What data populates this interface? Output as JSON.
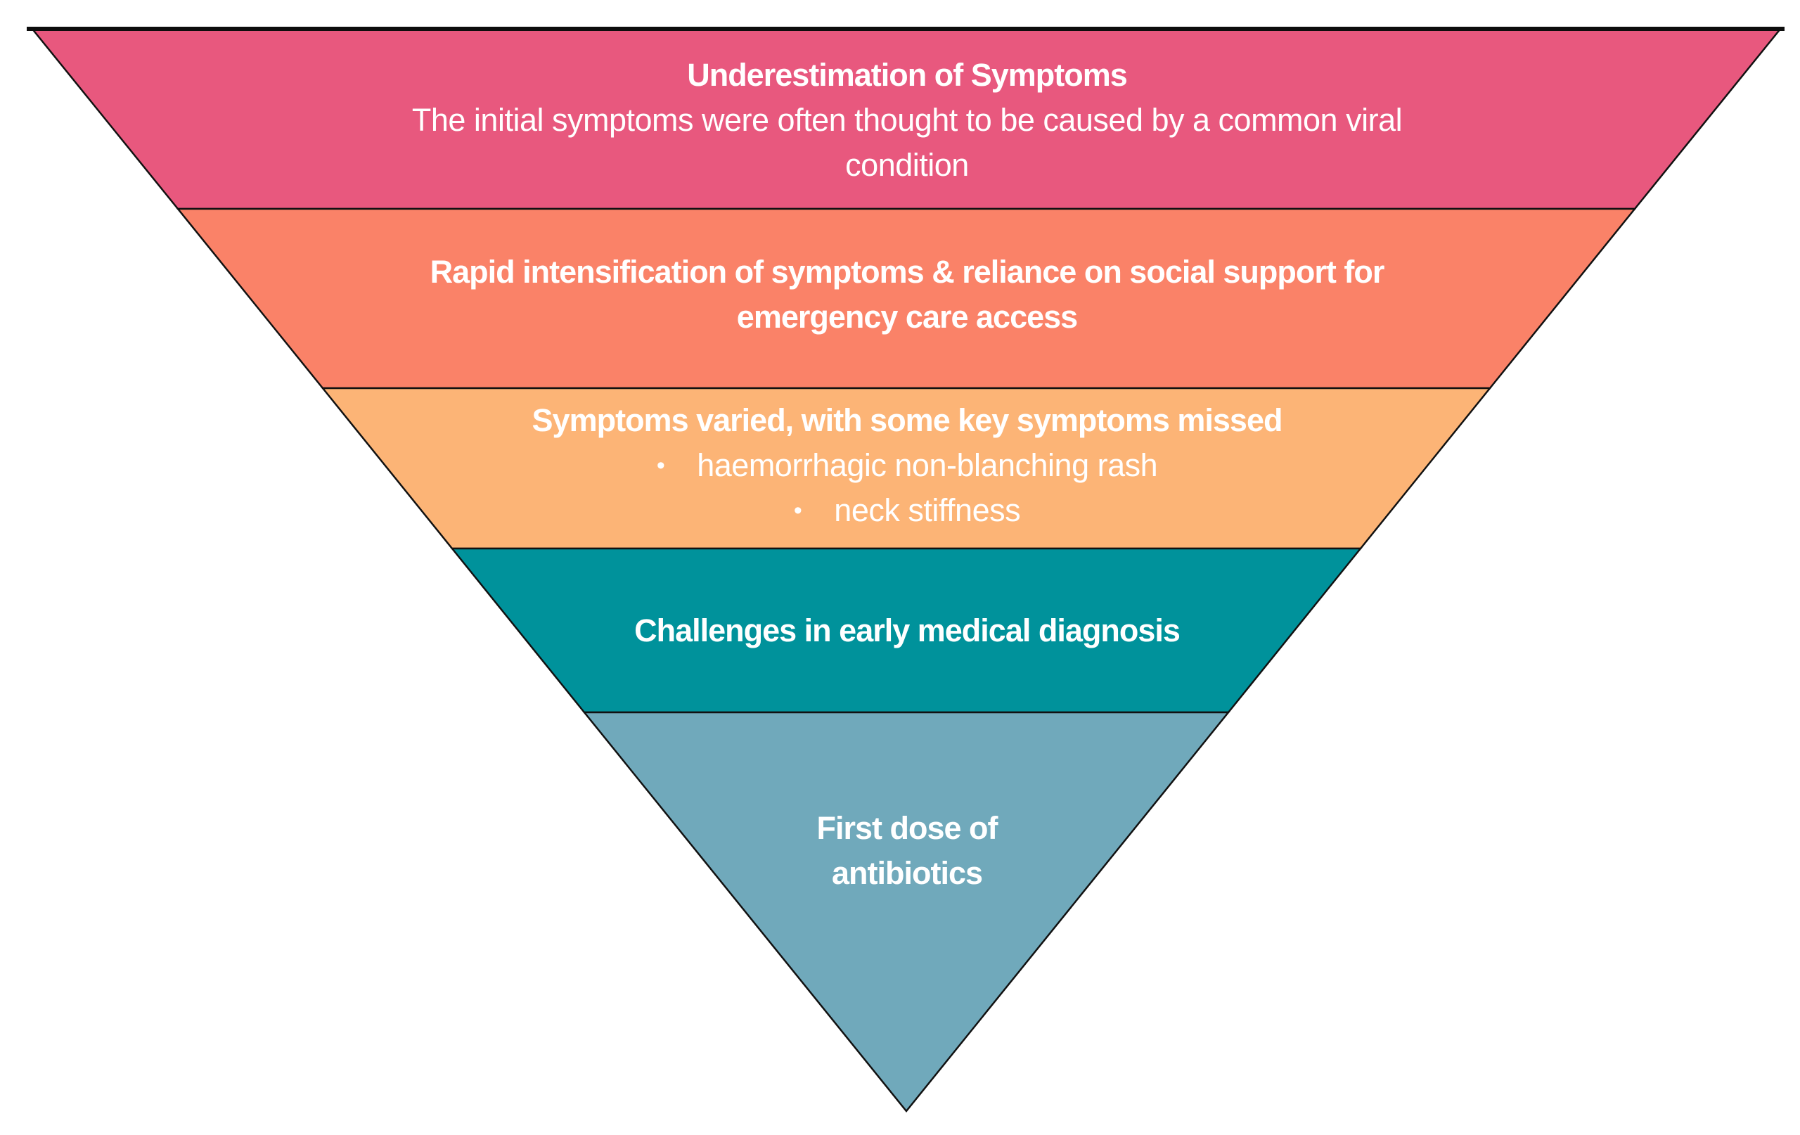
{
  "diagram": {
    "type": "inverted_pyramid_funnel",
    "background_color": "#FFFFFF",
    "outline_color": "#111111",
    "text_color": "#FFFFFF",
    "layers": [
      {
        "id": "underestimation-of-symptoms",
        "fill": "#E8587E",
        "lines": {
          "title": "Underestimation of Symptoms",
          "body1": "The initial symptoms were often thought to be caused by a common viral",
          "body2": "condition"
        }
      },
      {
        "id": "rapid-intensification",
        "fill": "#FA8268",
        "lines": {
          "title1": "Rapid intensification of symptoms & reliance on social support for",
          "title2": "emergency care access"
        }
      },
      {
        "id": "symptoms-varied",
        "fill": "#FCB476",
        "lines": {
          "title": "Symptoms varied, with some key symptoms missed"
        },
        "bullets": [
          {
            "marker": "•",
            "text": "haemorrhagic non-blanching rash"
          },
          {
            "marker": "•",
            "text": "neck stiffness"
          }
        ]
      },
      {
        "id": "challenges-early-diagnosis",
        "fill": "#00929B",
        "lines": {
          "title": "Challenges in early medical diagnosis"
        }
      },
      {
        "id": "first-dose-antibiotics",
        "fill": "#70A9BB",
        "lines": {
          "title1": "First dose of",
          "title2": "antibiotics"
        }
      }
    ]
  }
}
